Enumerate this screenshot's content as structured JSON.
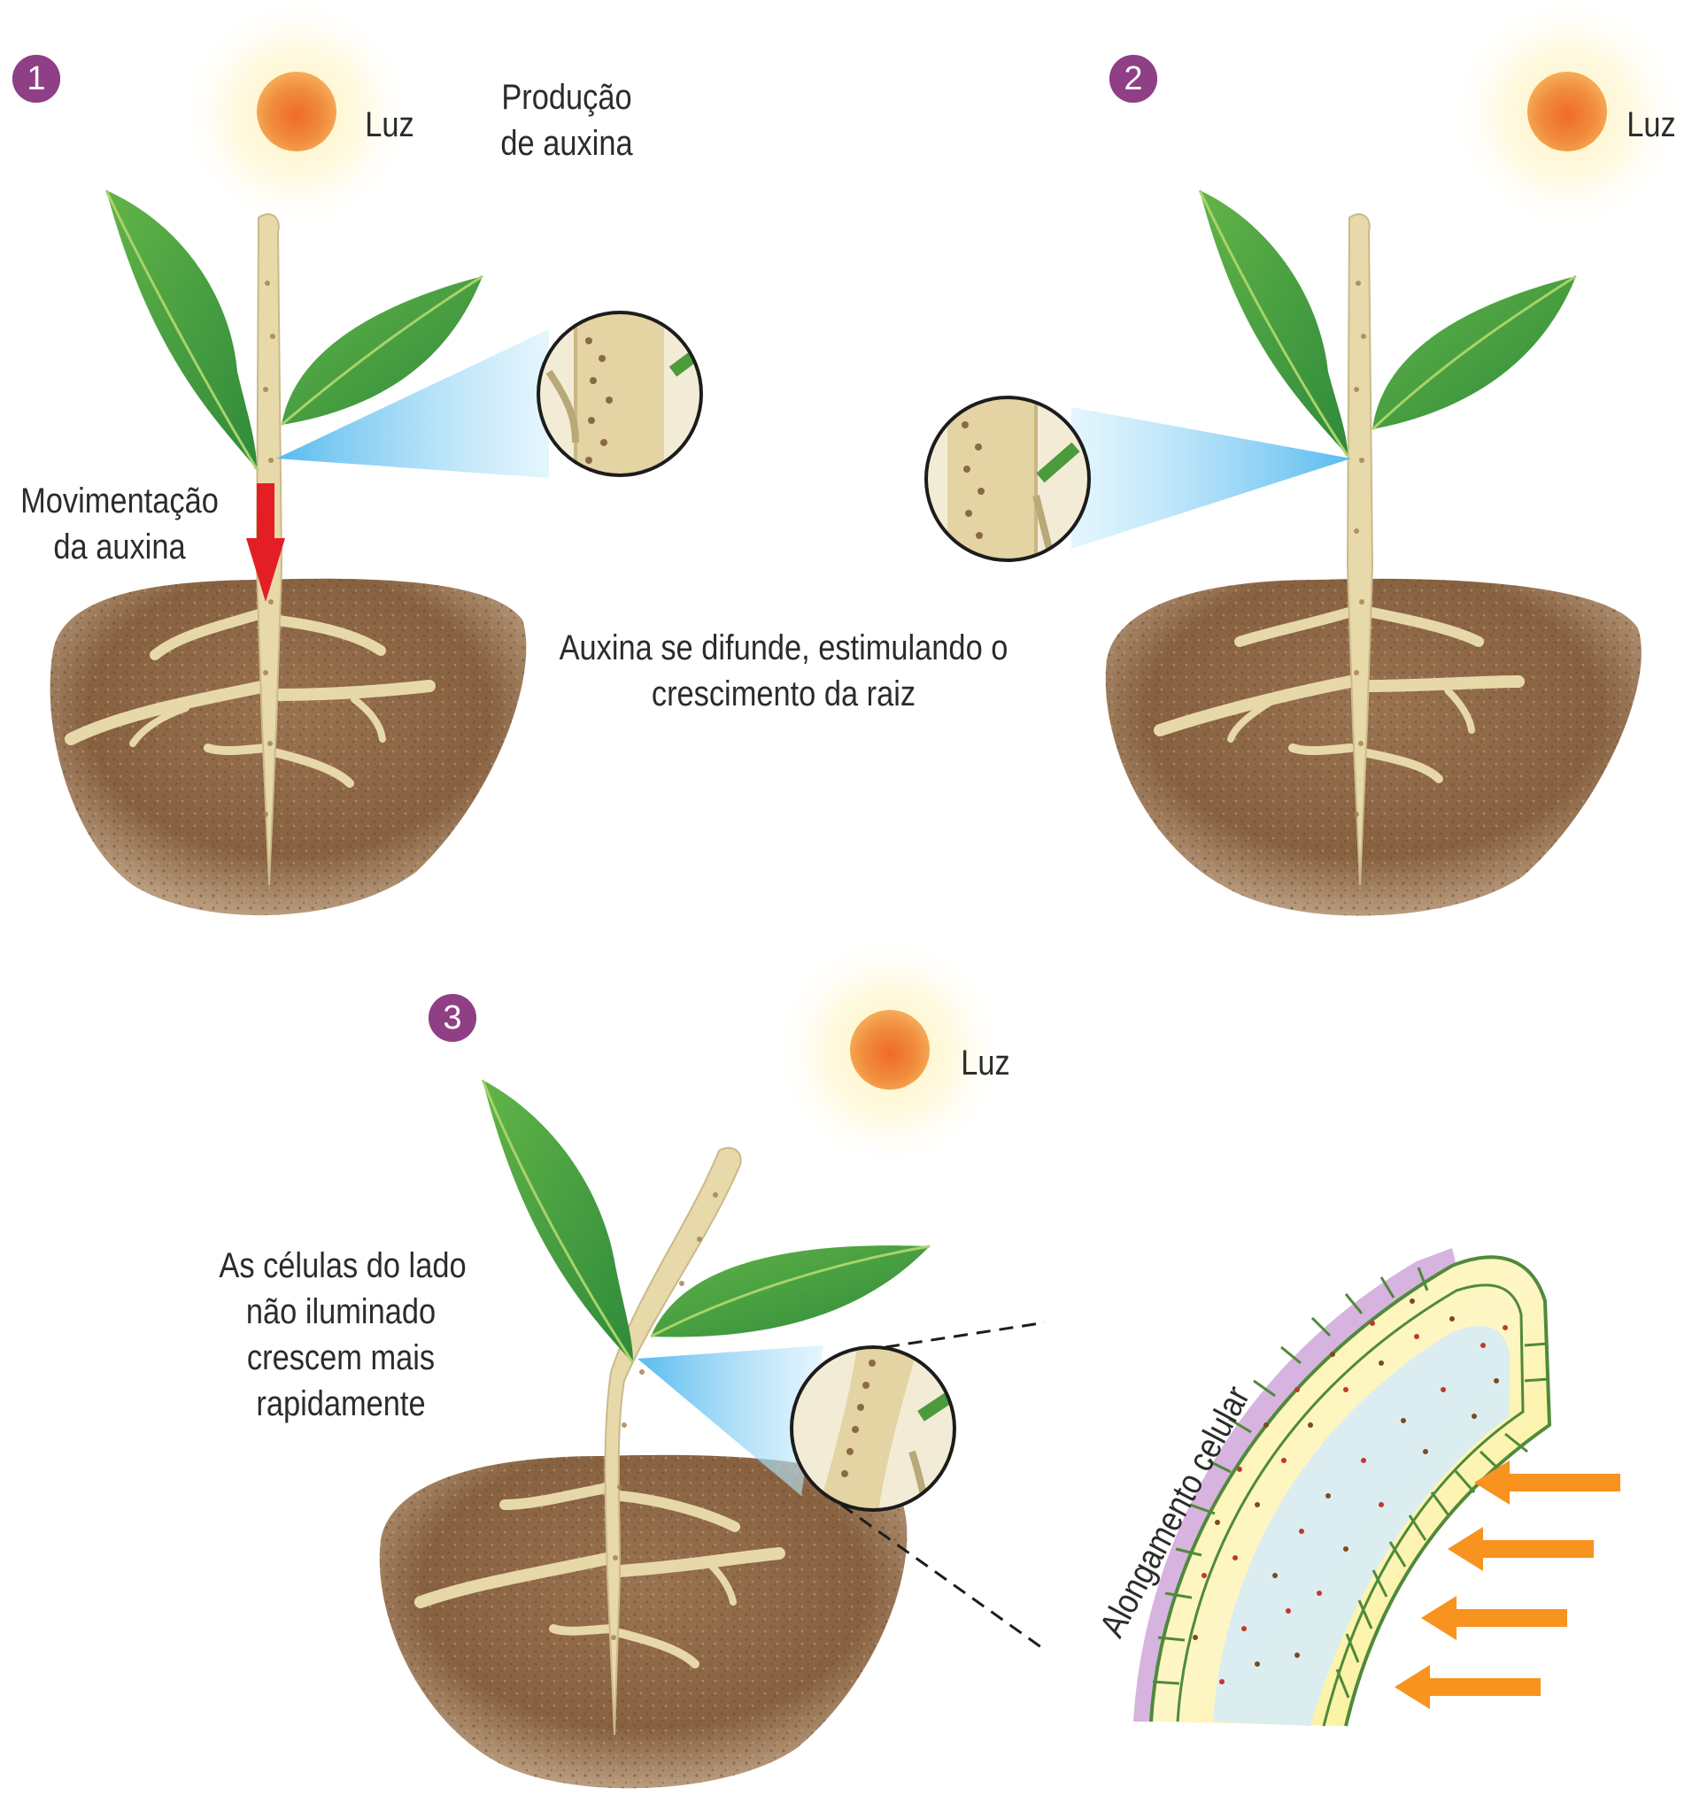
{
  "panels": [
    {
      "number": "1",
      "light_label": "Luz"
    },
    {
      "number": "2",
      "light_label": "Luz"
    },
    {
      "number": "3",
      "light_label": "Luz"
    }
  ],
  "labels": {
    "auxin_production": [
      "Produção",
      "de auxina"
    ],
    "auxin_movement": [
      "Movimentação",
      "da auxina"
    ],
    "auxin_diffuses": [
      "Auxina se difunde, estimulando o",
      "crescimento da raiz"
    ],
    "unlit_side_cells": [
      "As células do lado",
      "não iluminado",
      "crescem mais",
      "rapidamente"
    ],
    "cell_elongation": "Alongamento celular"
  },
  "colors": {
    "badge": "#8f3f86",
    "sun": "#ee8a3a",
    "leaf": "#3e9b3c",
    "stem": "#e6d7a6",
    "soil": "#8a6645",
    "movement_arrow": "#e31e24",
    "light_arrows": "#f7931e",
    "elongation_band": "#c99ad6",
    "cell_wall": "#4f8a3a"
  },
  "icons": [
    "sun-icon",
    "leaf-icon",
    "magnifier-icon",
    "down-arrow-icon",
    "light-arrow-icon"
  ]
}
